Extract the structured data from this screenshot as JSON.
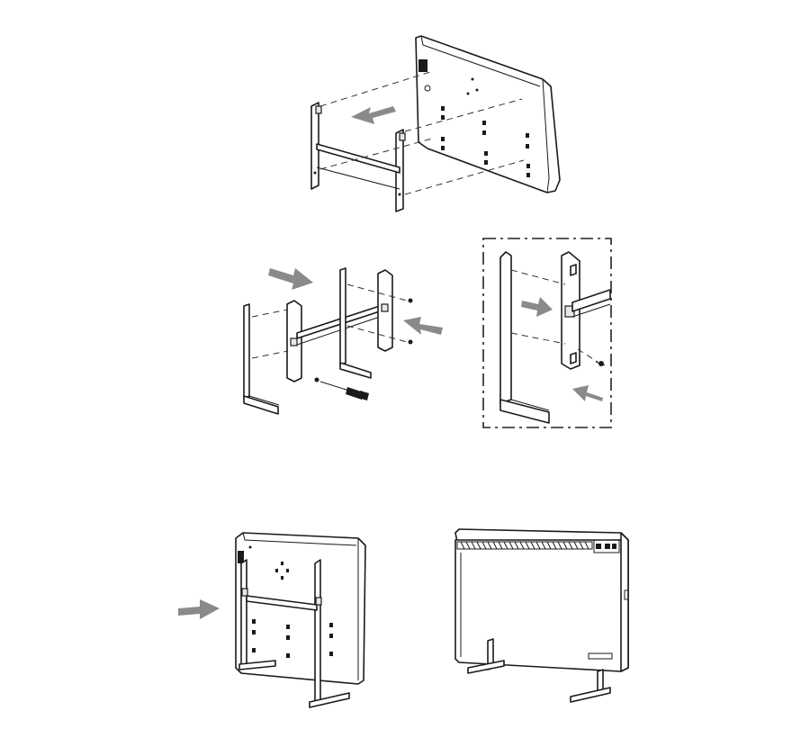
{
  "figure": {
    "steps": [
      {
        "id": "step-1",
        "content": "attach-stand-to-heater-back"
      },
      {
        "id": "step-2",
        "content": "assemble-stand-frame-with-screws"
      },
      {
        "id": "step-2-detail",
        "content": "leg-to-crossbar-screw-detail"
      },
      {
        "id": "step-3",
        "content": "slide-stand-onto-heater"
      },
      {
        "id": "step-4",
        "content": "finished-heater-on-stand"
      }
    ],
    "icons": [
      "arrow-icon",
      "screw-icon",
      "screwdriver-icon",
      "control-panel-icon"
    ],
    "colors": {
      "line": "#1a1a1a",
      "arrow": "#8a8a8a",
      "background": "#ffffff"
    }
  }
}
